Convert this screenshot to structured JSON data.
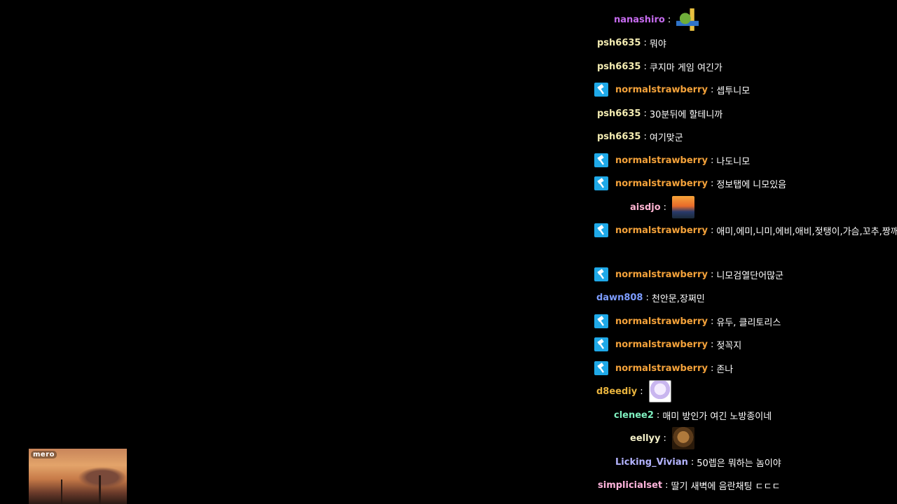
{
  "chat": {
    "separator": ":",
    "messages": [
      {
        "user": "nanashiro",
        "color": "#c66bef",
        "mod": false,
        "text": "",
        "emote": "frog-emote"
      },
      {
        "user": "psh6635",
        "color": "#f4ecb2",
        "mod": false,
        "text": "뭐야"
      },
      {
        "user": "psh6635",
        "color": "#f4ecb2",
        "mod": false,
        "text": "쿠지마 게임 여긴가"
      },
      {
        "user": "normalstrawberry",
        "color": "#f4a23a",
        "mod": true,
        "text": "셉투니모"
      },
      {
        "user": "psh6635",
        "color": "#f4ecb2",
        "mod": false,
        "text": "30분뒤에 할테니까"
      },
      {
        "user": "psh6635",
        "color": "#f4ecb2",
        "mod": false,
        "text": "여기맞군"
      },
      {
        "user": "normalstrawberry",
        "color": "#f4a23a",
        "mod": true,
        "text": "나도니모"
      },
      {
        "user": "normalstrawberry",
        "color": "#f4a23a",
        "mod": true,
        "text": "정보탭에 니모있음"
      },
      {
        "user": "aisdjo",
        "color": "#ffb4d2",
        "mod": false,
        "text": "",
        "emote": "sunset-emote"
      },
      {
        "user": "normalstrawberry",
        "color": "#f4a23a",
        "mod": true,
        "text": "애미,에미,니미,에비,애비,젖탱이,가슴,꼬추,짱깨"
      },
      {
        "user": "normalstrawberry",
        "color": "#f4a23a",
        "mod": true,
        "text": "니모검열단어많군"
      },
      {
        "user": "dawn808",
        "color": "#7c9cff",
        "mod": false,
        "text": "천안문,장쩌민"
      },
      {
        "user": "normalstrawberry",
        "color": "#f4a23a",
        "mod": true,
        "text": "유두, 클리토리스"
      },
      {
        "user": "normalstrawberry",
        "color": "#f4a23a",
        "mod": true,
        "text": "젖꼭지"
      },
      {
        "user": "normalstrawberry",
        "color": "#f4a23a",
        "mod": true,
        "text": "존나"
      },
      {
        "user": "d8eediy",
        "color": "#e9b43e",
        "mod": false,
        "text": "",
        "emote": "anime-girl-emote"
      },
      {
        "user": "clenee2",
        "color": "#7ff0c0",
        "mod": false,
        "text": "매미 방인가 여긴 노방종이네"
      },
      {
        "user": "eellyy",
        "color": "#f4f0c8",
        "mod": false,
        "text": "",
        "emote": "face-emote"
      },
      {
        "user": "Licking_Vivian",
        "color": "#b4b4ff",
        "mod": false,
        "text": "50렙은 뭐하는 놈이야"
      },
      {
        "user": "simplicialset",
        "color": "#ffb4dc",
        "mod": false,
        "text": "딸기 새벽에 음란채팅 ㄷㄷㄷ"
      }
    ]
  },
  "thumbnail": {
    "logo": "mero"
  }
}
